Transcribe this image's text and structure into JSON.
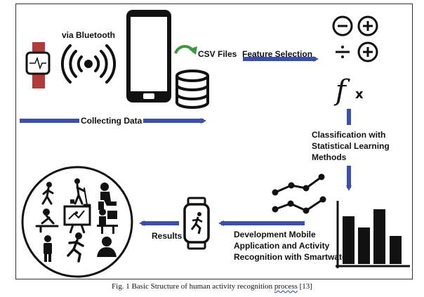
{
  "labels": {
    "via_bluetooth": "via Bluetooth",
    "csv_files": "CSV Files",
    "feature_selection": "Feature Selection",
    "collecting_data": "Collecting Data",
    "classification": "Classification with\nStatistical Learning\nMethods",
    "development": "Development Mobile\nApplication and Activity\nRecognition with Smartwatch",
    "results": "Results"
  },
  "math_icons": {
    "minus_circle": "⊖",
    "plus_circle": "⊕",
    "divide": "÷",
    "function": "fx"
  },
  "caption": {
    "text": "Fig. 1   Basic Structure of human activity recognition ",
    "ref_word": "process",
    "ref": " [13]"
  },
  "colors": {
    "arrow_blue": "#3a4fb5",
    "icon_dark": "#111111",
    "watch_strap_red": "#b23a3a",
    "refresh_green": "#3a9a3a"
  }
}
